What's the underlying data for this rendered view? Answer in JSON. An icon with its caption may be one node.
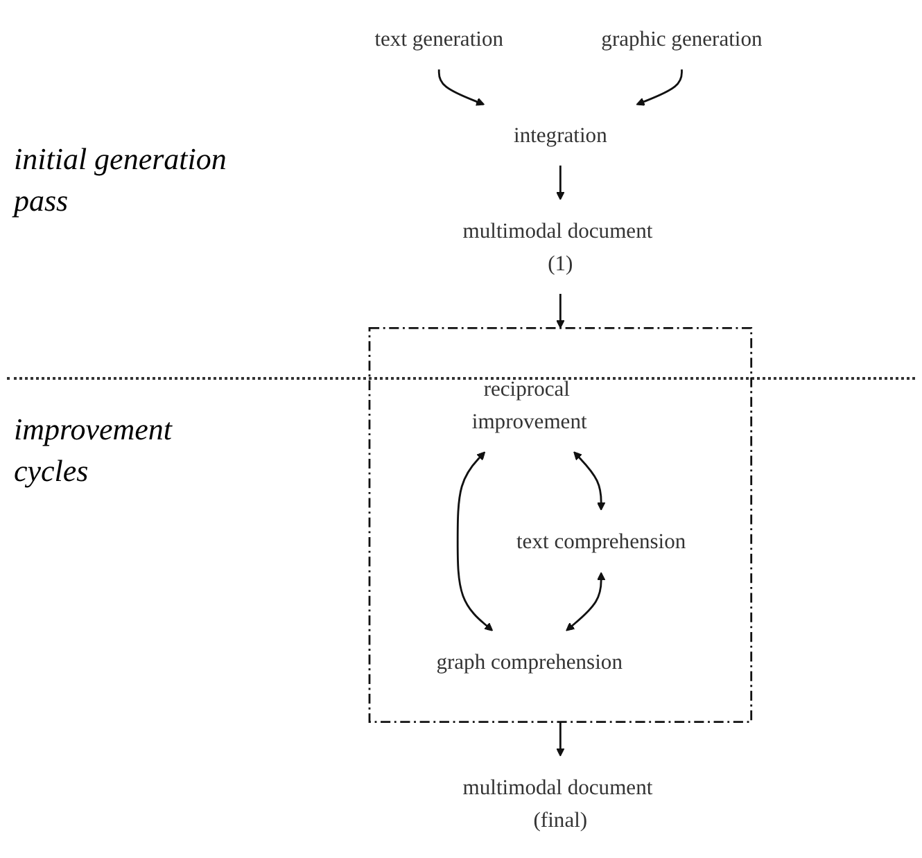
{
  "diagram": {
    "nodes": [
      {
        "text": [
          "text generation"
        ]
      },
      {
        "text": [
          "graphic generation"
        ]
      },
      {
        "text": [
          "integration"
        ]
      },
      {
        "text": [
          "multimodal document (1)"
        ]
      },
      {
        "text": [],
        "shape": "box"
      },
      {
        "text": [
          "reciprocal improvement"
        ],
        "in": 4
      },
      {
        "text": [
          "text comprehension"
        ],
        "in": 4
      },
      {
        "text": [
          "graph comprehension"
        ],
        "in": 4
      },
      {
        "text": [
          "multimodal document (final)"
        ]
      }
    ],
    "edges": [
      {
        "from": 0,
        "to": 2,
        "arrow": "to"
      },
      {
        "from": 1,
        "to": 2,
        "arrow": "to"
      },
      {
        "from": 2,
        "to": 3,
        "arrow": "to"
      },
      {
        "from": 3,
        "to": 4,
        "arrow": "to"
      },
      {
        "from": 5,
        "to": 6,
        "arrow": "both"
      },
      {
        "from": 5,
        "to": 7,
        "arrow": "both"
      },
      {
        "from": 6,
        "to": 7,
        "arrow": "both"
      },
      {
        "from": 4,
        "to": 8,
        "arrow": "to"
      }
    ],
    "labels": [
      "initial generation pass",
      "improvement cycles"
    ]
  }
}
